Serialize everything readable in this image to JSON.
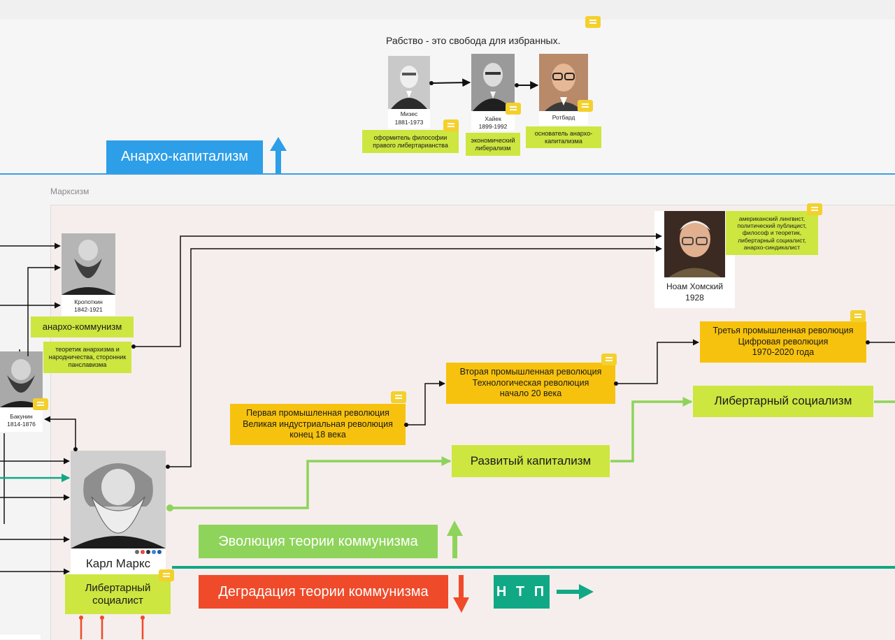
{
  "sections": {
    "anarcho_capitalism_label": "Анархо-капитализм",
    "marxism_label": "Марксизм"
  },
  "slogan": "Рабство - это свобода для избранных.",
  "people": {
    "mises": {
      "name": "Мизес",
      "years": "1881-1973",
      "note": "оформитель философии правого либертарианства"
    },
    "hayek": {
      "name": "Хайек",
      "years": "1899-1992",
      "note": "экономический либерализм"
    },
    "rothbard": {
      "name": "Ротбард",
      "note": "основатель анархо-капитализма"
    },
    "kropotkin": {
      "name": "Кропоткин",
      "years": "1842-1921",
      "tag": "анархо-коммунизм",
      "note": "теоретик анархизма и народничества, сторонник панславизма"
    },
    "bakunin": {
      "name": "Бакунин",
      "years": "1814-1876"
    },
    "chomsky": {
      "name": "Ноам Хомский",
      "years": "1928",
      "note": "американский лингвист, политический публицист, философ и теоретик, либертарный социалист, анархо-синдикалист"
    },
    "marx": {
      "name": "Карл Маркс",
      "tag": "Либертарный социалист"
    }
  },
  "revolutions": {
    "first": {
      "line1": "Первая промышленная революция",
      "line2": "Великая индустриальная революция",
      "line3": "конец 18 века"
    },
    "second": {
      "line1": "Вторая промышленная революция",
      "line2": "Технологическая революция",
      "line3": "начало 20 века"
    },
    "third": {
      "line1": "Третья промышленная революция",
      "line2": "Цифровая революция",
      "line3": "1970-2020 года"
    }
  },
  "stages": {
    "developed_capitalism": "Развитый капитализм",
    "libertarian_socialism": "Либертарный социализм"
  },
  "legend": {
    "evolution": "Эволюция теории коммунизма",
    "degradation": "Деградация теории коммунизма",
    "ntp": "Н Т П"
  },
  "icons": [
    "comment-icon",
    "arrow-up-icon",
    "arrow-down-icon",
    "arrow-right-icon"
  ],
  "colors": {
    "blue": "#2d9ee8",
    "green_tag": "#cde640",
    "yellow_tag": "#f7c20d",
    "evolution_green": "#8ed35a",
    "degradation_red": "#ef4a2a",
    "ntp_teal": "#11a886",
    "comment_yellow": "#f4d02d"
  }
}
